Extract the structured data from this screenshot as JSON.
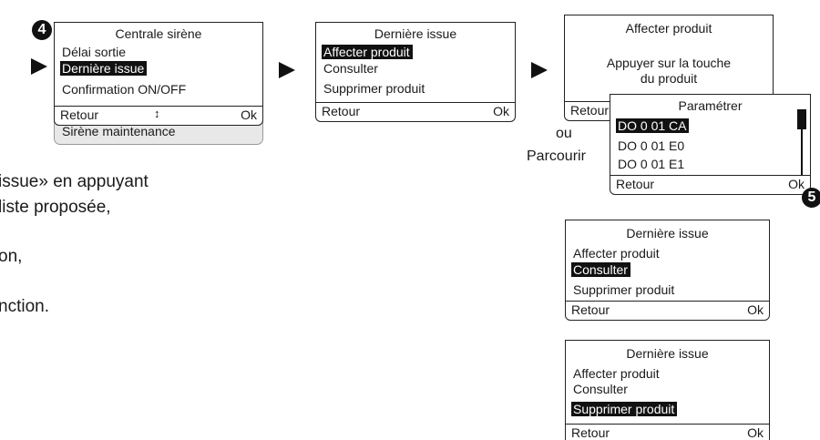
{
  "screen1": {
    "step": "4",
    "title": "Centrale sirène",
    "items": [
      "Délai sortie",
      "Dernière issue",
      "Confirmation ON/OFF"
    ],
    "footer": {
      "left": "Retour",
      "middle": "↕",
      "right": "Ok"
    },
    "below": "Sirène maintenance"
  },
  "screen2": {
    "title": "Dernière issue",
    "items": [
      "Affecter produit",
      "Consulter",
      "Supprimer produit"
    ],
    "footer": {
      "left": "Retour",
      "right": "Ok"
    }
  },
  "screen3": {
    "title": "Affecter produit",
    "message_line1": "Appuyer sur la touche",
    "message_line2": "du produit",
    "footer": {
      "left": "Retour"
    }
  },
  "connector": {
    "ou": "ou",
    "parcourir": "Parcourir"
  },
  "screen4": {
    "title": "Paramétrer",
    "items": [
      "DO 0 01 CA",
      "DO 0 01 E0",
      "DO 0 01 E1"
    ],
    "footer": {
      "left": "Retour",
      "right": "Ok"
    },
    "step": "5"
  },
  "screen5": {
    "title": "Dernière issue",
    "items": [
      "Affecter produit",
      "Consulter",
      "Supprimer produit"
    ],
    "footer": {
      "left": "Retour",
      "right": "Ok"
    }
  },
  "screen6": {
    "title": "Dernière issue",
    "items": [
      "Affecter produit",
      "Consulter",
      "Supprimer produit"
    ],
    "footer": {
      "left": "Retour",
      "right": "Ok"
    }
  },
  "body_text": [
    "issue» en appuyant",
    "liste proposée,",
    "on,",
    "nction."
  ]
}
